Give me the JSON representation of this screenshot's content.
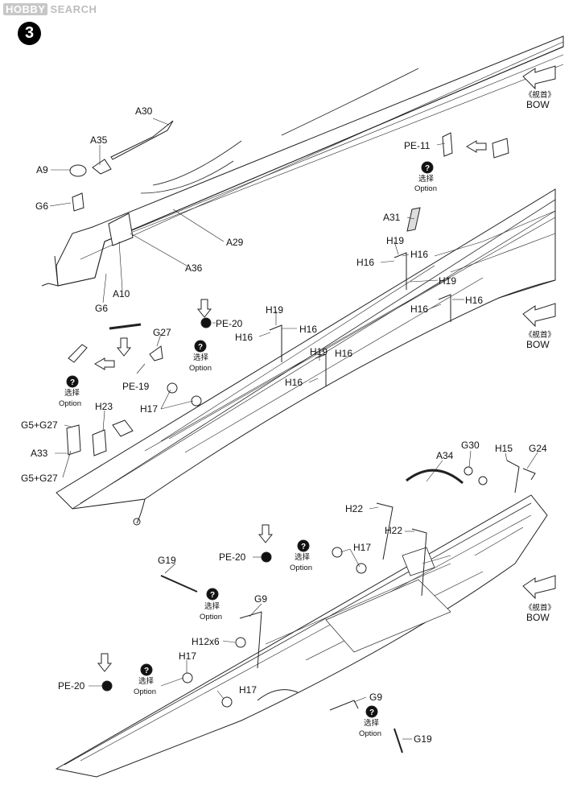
{
  "watermark": {
    "logo": "HOBBY",
    "text": "SEARCH"
  },
  "step_number": "3",
  "bow": {
    "cn": "《舰首》",
    "en": "BOW"
  },
  "option": {
    "cn": "选择",
    "en": "Option",
    "mark": "?"
  },
  "labels": {
    "A30": "A30",
    "A35": "A35",
    "A9": "A9",
    "G6": "G6",
    "A29": "A29",
    "A36": "A36",
    "A10": "A10",
    "PE11": "PE-11",
    "A31": "A31",
    "H19": "H19",
    "H16": "H16",
    "PE20": "PE-20",
    "G27": "G27",
    "PE19": "PE-19",
    "H17": "H17",
    "H23": "H23",
    "G5G27": "G5+G27",
    "A33": "A33",
    "A34": "A34",
    "G30": "G30",
    "H15": "H15",
    "G24": "G24",
    "H22": "H22",
    "G19": "G19",
    "G9": "G9",
    "H12x6": "H12x6"
  }
}
